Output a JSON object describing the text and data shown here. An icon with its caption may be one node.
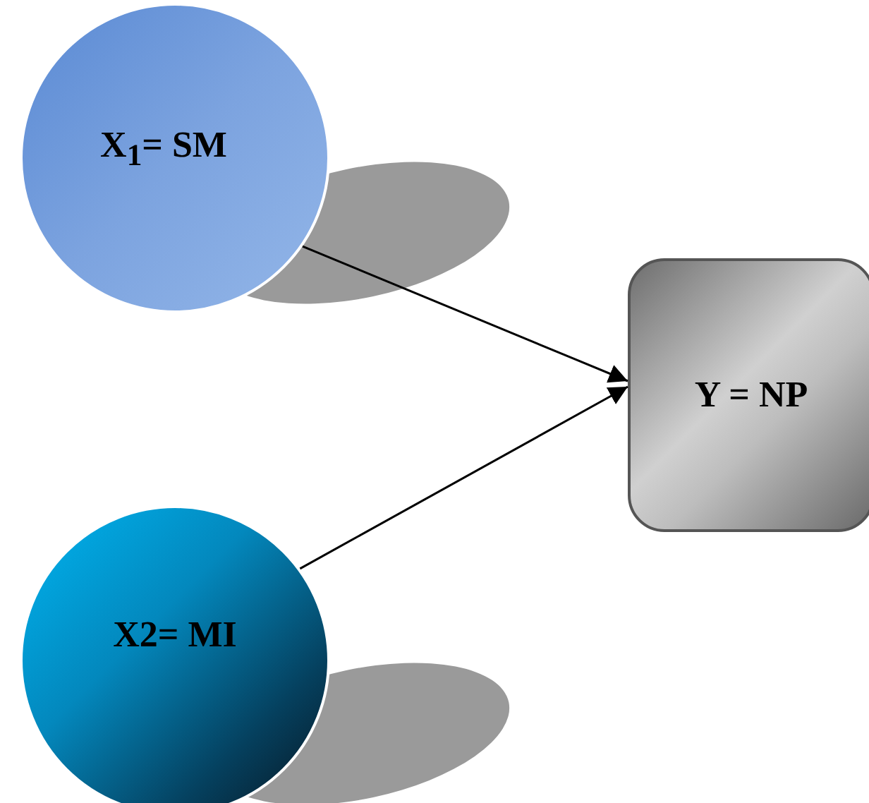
{
  "diagram": {
    "nodes": [
      {
        "text": [
          "X$_{1}$= SM"
        ]
      },
      {
        "text": [
          "X2= MI"
        ]
      },
      {
        "text": [
          "Y = NP"
        ]
      }
    ],
    "edges": [
      {
        "from": 0,
        "to": 2,
        "arrow": "to"
      },
      {
        "from": 1,
        "to": 2,
        "arrow": "to"
      }
    ]
  }
}
